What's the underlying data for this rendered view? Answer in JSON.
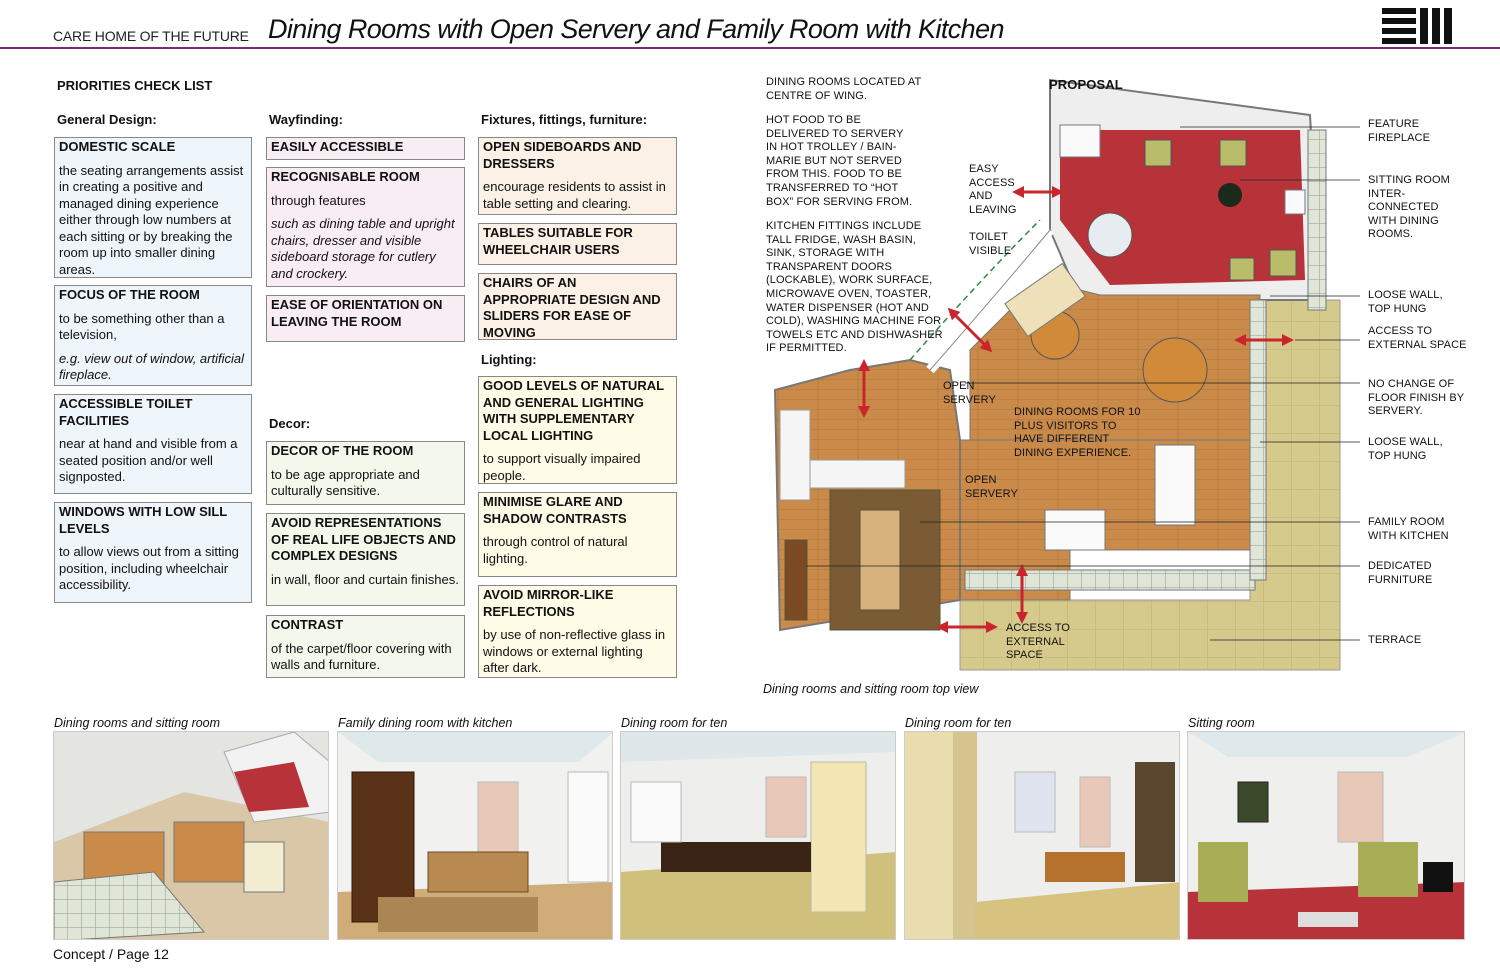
{
  "header": {
    "left_text": "CARE HOME OF THE FUTURE",
    "title": "Dining Rooms with Open Servery and Family Room with Kitchen"
  },
  "checklist": {
    "title": "PRIORITIES CHECK LIST",
    "columns": {
      "general": "General Design:",
      "wayfinding": "Wayfinding:",
      "fixtures": "Fixtures, fittings, furniture:",
      "decor": "Decor:",
      "lighting": "Lighting:"
    },
    "general": [
      {
        "title": "DOMESTIC SCALE",
        "desc": "the seating arrangements assist in creating a positive and managed dining experience either through low numbers at each sitting or by breaking the room up into smaller dining areas."
      },
      {
        "title": "FOCUS OF THE ROOM",
        "desc": "to be something other than a television,",
        "example": "e.g. view out of window, artificial fireplace."
      },
      {
        "title": "ACCESSIBLE TOILET FACILITIES",
        "desc": "near at hand and visible from a seated position and/or well signposted."
      },
      {
        "title": "WINDOWS WITH LOW SILL LEVELS",
        "desc": "to allow views out from a sitting position, including wheelchair accessibility."
      }
    ],
    "wayfinding": [
      {
        "title": "EASILY ACCESSIBLE"
      },
      {
        "title": "RECOGNISABLE ROOM",
        "desc": "through features",
        "example": "such as dining table and upright chairs, dresser and visible sideboard storage for cutlery and crockery."
      },
      {
        "title": "EASE OF ORIENTATION ON LEAVING THE ROOM"
      }
    ],
    "decor": [
      {
        "title": "DECOR OF THE ROOM",
        "desc": "to be age appropriate and culturally sensitive."
      },
      {
        "title": "AVOID REPRESENTATIONS OF REAL LIFE OBJECTS AND COMPLEX DESIGNS",
        "desc": "in wall, floor and curtain finishes."
      },
      {
        "title": "CONTRAST",
        "desc": "of the carpet/floor covering with walls and furniture."
      }
    ],
    "fixtures": [
      {
        "title": "OPEN SIDEBOARDS AND DRESSERS",
        "desc": "encourage residents to assist in table setting and clearing."
      },
      {
        "title": "TABLES SUITABLE FOR WHEELCHAIR USERS"
      },
      {
        "title": "CHAIRS OF AN APPROPRIATE DESIGN AND SLIDERS FOR EASE OF MOVING"
      }
    ],
    "lighting": [
      {
        "title": "GOOD LEVELS OF NATURAL AND GENERAL LIGHTING WITH SUPPLEMENTARY LOCAL LIGHTING",
        "desc": "to support visually impaired people."
      },
      {
        "title": "MINIMISE GLARE AND SHADOW CONTRASTS",
        "desc": "through control of natural lighting."
      },
      {
        "title": "AVOID MIRROR-LIKE REFLECTIONS",
        "desc": "by use of non-reflective glass in windows or external lighting after dark."
      }
    ]
  },
  "plan": {
    "proposal_label": "PROPOSAL",
    "notes": {
      "n1": "DINING ROOMS LOCATED AT CENTRE OF WING.",
      "n2": "HOT FOOD TO BE DELIVERED TO SERVERY IN HOT TROLLEY / BAIN-MARIE BUT NOT SERVED FROM THIS. FOOD TO BE TRANSFERRED TO “HOT BOX” FOR SERVING FROM.",
      "n3": "KITCHEN FITTINGS INCLUDE TALL FRIDGE, WASH BASIN, SINK, STORAGE WITH TRANSPARENT DOORS (LOCKABLE), WORK SURFACE, MICROWAVE OVEN, TOASTER, WATER DISPENSER (HOT AND COLD), WASHING MACHINE FOR TOWELS ETC AND DISHWASHER IF PERMITTED."
    },
    "inner_labels": {
      "easy_access": "EASY ACCESS AND LEAVING",
      "toilet": "TOILET VISIBLE",
      "open_servery_1": "OPEN SERVERY",
      "open_servery_2": "OPEN SERVERY",
      "dining_visitors": "DINING ROOMS FOR 10 PLUS VISITORS TO HAVE DIFFERENT DINING EXPERIENCE.",
      "access_external": "ACCESS TO EXTERNAL SPACE"
    },
    "callouts": {
      "c1": "FEATURE FIREPLACE",
      "c2": "SITTING ROOM INTER-CONNECTED WITH DINING ROOMS.",
      "c3": "LOOSE WALL, TOP HUNG",
      "c4": "ACCESS TO EXTERNAL SPACE",
      "c5": "NO CHANGE OF FLOOR FINISH BY SERVERY.",
      "c6": "LOOSE WALL, TOP HUNG",
      "c7": "FAMILY ROOM WITH KITCHEN",
      "c8": "DEDICATED FURNITURE",
      "c9": "TERRACE"
    },
    "caption": "Dining rooms and sitting room top view"
  },
  "photos": [
    {
      "caption": "Dining rooms and sitting room"
    },
    {
      "caption": "Family dining room with kitchen"
    },
    {
      "caption": "Dining room for ten"
    },
    {
      "caption": "Dining room for ten"
    },
    {
      "caption": "Sitting room"
    }
  ],
  "footer": "Concept / Page 12",
  "colors": {
    "accent_rule": "#7a2a7d",
    "box_blue": "#eef5fb",
    "box_pink": "#f8edf2",
    "box_green": "#f4f8ec",
    "box_orange": "#fbf1e7",
    "box_yellow": "#fefbe6",
    "carpet_red": "#b8323a",
    "wood_floor": "#c98a4a",
    "terrace": "#d6c98c",
    "arrow_red": "#c8262c"
  }
}
